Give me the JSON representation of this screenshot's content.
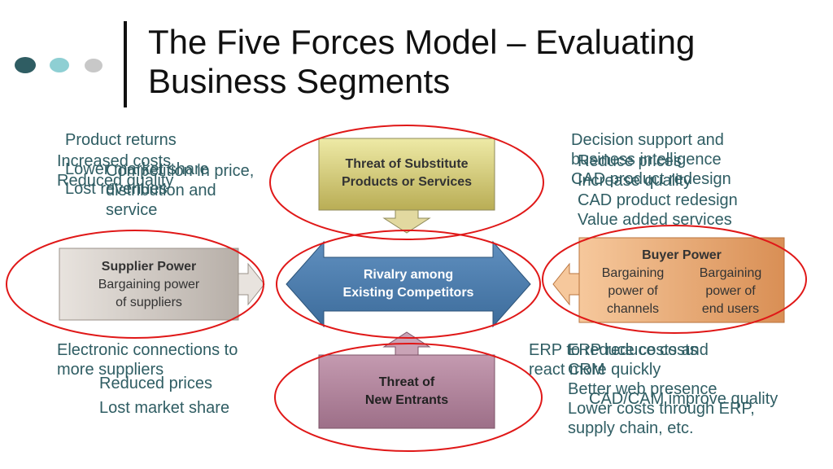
{
  "slide": {
    "title_line1": "The Five Forces Model – Evaluating",
    "title_line2": "Business Segments"
  },
  "colors": {
    "text_accent": "#2f5d63",
    "ellipse": "#e01818",
    "dot1": "#2f5d63",
    "dot2": "#8ecfd3",
    "dot3": "#c8c8c8"
  },
  "boxes": {
    "substitutes": {
      "line1": "Threat of Substitute",
      "line2": "Products or Services"
    },
    "supplier": {
      "line1": "Supplier Power",
      "line2": "Bargaining power",
      "line3": "of suppliers"
    },
    "rivalry": {
      "line1": "Rivalry among",
      "line2": "Existing Competitors"
    },
    "buyer": {
      "title": "Buyer Power",
      "col1": [
        "Bargaining",
        "power of",
        "channels"
      ],
      "col2": [
        "Bargaining",
        "power of",
        "end users"
      ]
    },
    "entrants": {
      "line1": "Threat of",
      "line2": "New Entrants"
    }
  },
  "notes": {
    "top_left_a": [
      "Product returns"
    ],
    "top_left_b": [
      "Increased costs",
      "Reduced quality"
    ],
    "top_left_c": [
      "Lower market share",
      "Lost revenues"
    ],
    "top_left_d": [
      "Competition in price,",
      "distribution and",
      "service"
    ],
    "top_right_a": [
      "Decision support and",
      "business intelligence",
      "CAD product redesign"
    ],
    "top_right_b": [
      "Reduce prices",
      "Increase quality",
      "CAD product redesign",
      "Value added services"
    ],
    "bottom_left_a": [
      "Electronic connections to",
      "more suppliers"
    ],
    "bottom_left_b": [
      "Reduced prices",
      "Lost market share"
    ],
    "bottom_right_a": [
      "ERP to reduce costs and",
      "react more quickly"
    ],
    "bottom_right_b": [
      "ERP reduce costs",
      "CRM",
      "Better web presence",
      "Lower costs through ERP,",
      "supply chain, etc."
    ],
    "bottom_right_c": [
      "CAD/CAM improve quality"
    ]
  }
}
